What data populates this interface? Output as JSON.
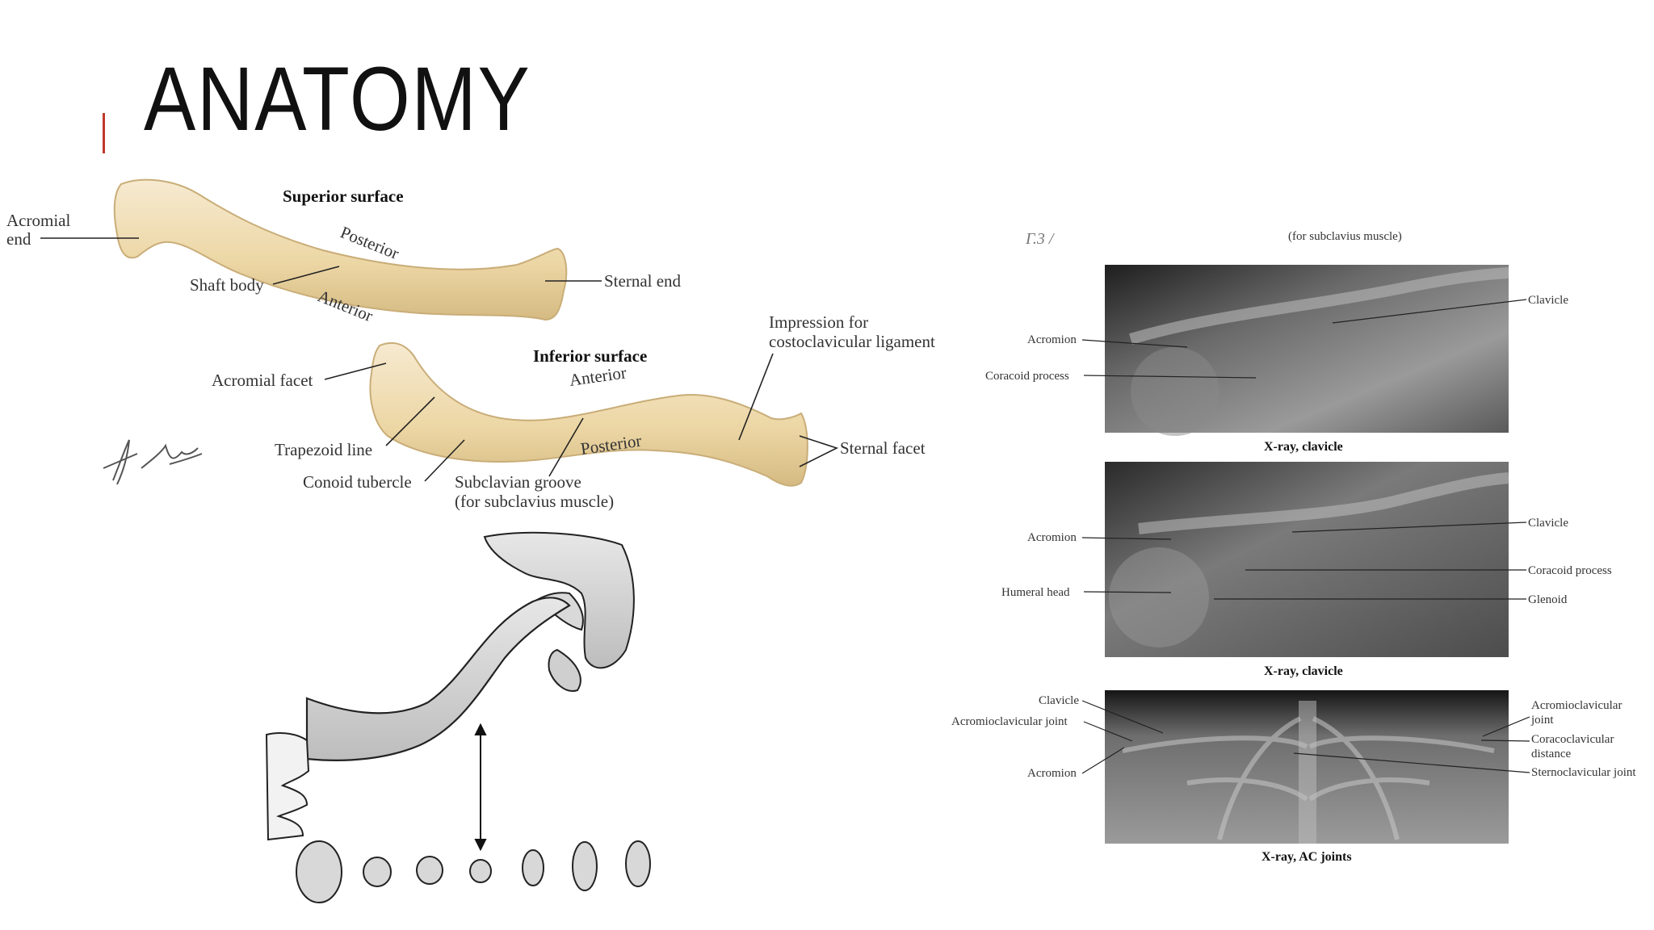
{
  "slide": {
    "title": "ANATOMY"
  },
  "clavicle_illustration": {
    "superior": {
      "heading": "Superior surface",
      "acromial_end": [
        "Acromial",
        "end"
      ],
      "posterior": "Posterior",
      "anterior": "Anterior",
      "shaft_body": "Shaft body",
      "sternal_end": "Sternal end"
    },
    "inferior": {
      "heading": "Inferior surface",
      "impression": [
        "Impression for",
        "costoclavicular ligament"
      ],
      "acromial_facet": "Acromial facet",
      "anterior": "Anterior",
      "posterior": "Posterior",
      "trapezoid_line": "Trapezoid line",
      "conoid_tubercle": "Conoid tubercle",
      "subclavian_groove": [
        "Subclavian groove",
        "(for subclavius muscle)"
      ],
      "sternal_facet": "Sternal facet"
    },
    "signature": "F. Netter M.D."
  },
  "xray_panel": {
    "top_caption": "(for subclavius muscle)",
    "scribble": "Γ.3 /",
    "xray1": {
      "caption": "X-ray, clavicle",
      "labels": {
        "clavicle": "Clavicle",
        "acromion": "Acromion",
        "coracoid": "Coracoid process"
      }
    },
    "xray2": {
      "caption": "X-ray, clavicle",
      "labels": {
        "clavicle": "Clavicle",
        "acromion": "Acromion",
        "humeral_head": "Humeral head",
        "coracoid": "Coracoid process",
        "glenoid": "Glenoid"
      }
    },
    "xray3": {
      "caption": "X-ray, AC joints",
      "labels": {
        "clavicle": "Clavicle",
        "ac_joint_left": "Acromioclavicular joint",
        "acromion": "Acromion",
        "ac_joint_right": [
          "Acromioclavicular",
          "joint"
        ],
        "coracoclavicular": [
          "Coracoclavicular",
          "distance"
        ],
        "sternoclavicular": "Sternoclavicular joint"
      }
    }
  },
  "colors": {
    "accent": "#c0392b",
    "bone": "#efdcae",
    "bone_shade": "#d7bf86"
  }
}
